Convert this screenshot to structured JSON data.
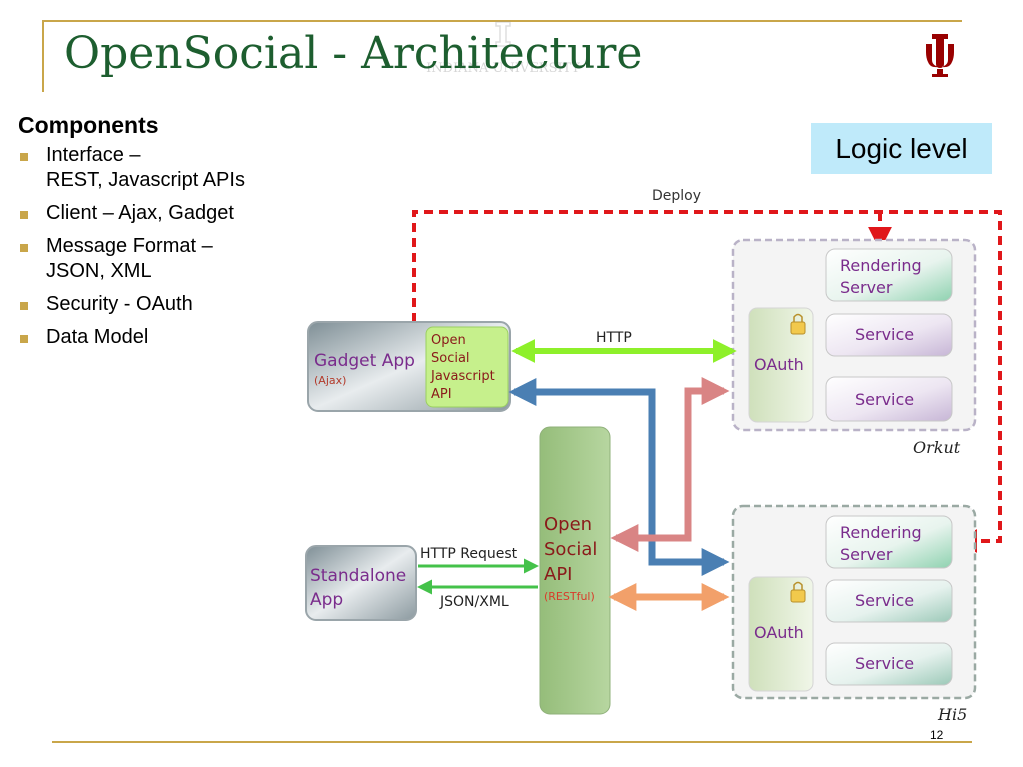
{
  "slide": {
    "title": "OpenSocial - Architecture",
    "watermark_text": "INDIANA UNIVERSITY",
    "page_number": "12"
  },
  "bullets": {
    "heading": "Components",
    "items": [
      "Interface –\nREST, Javascript APIs",
      "Client – Ajax, Gadget",
      "Message Format –\nJSON, XML",
      "Security - OAuth",
      "Data Model"
    ]
  },
  "logic_label": "Logic level",
  "diagram": {
    "deploy_label": "Deploy",
    "http_label": "HTTP",
    "http_request_label": "HTTP Request",
    "json_xml_label": "JSON/XML",
    "gadget_app": {
      "title": "Gadget App",
      "subtitle": "(Ajax)"
    },
    "gadget_api": {
      "lines": [
        "Open",
        "Social",
        "Javascript",
        "API"
      ]
    },
    "standalone_app": {
      "lines": [
        "Standalone",
        "App"
      ]
    },
    "opensocial_api": {
      "lines": [
        "Open",
        "Social",
        "API"
      ],
      "subtitle": "(RESTful)"
    },
    "containers": [
      {
        "name": "Orkut",
        "rendering_server": [
          "Rendering",
          "Server"
        ],
        "oauth": "OAuth",
        "services": [
          "Service",
          "Service"
        ]
      },
      {
        "name": "Hi5",
        "rendering_server": [
          "Rendering",
          "Server"
        ],
        "oauth": "OAuth",
        "services": [
          "Service",
          "Service"
        ]
      }
    ]
  },
  "colors": {
    "title": "#1d5e2f",
    "accent_gold": "#c9a64a",
    "deploy_red": "#e0171a",
    "http_green": "#8ef02a",
    "blue_arrow": "#4a7fb3",
    "pink_arrow": "#d98484",
    "orange_arrow": "#f2a06a",
    "api_green": "#a6c98c",
    "logic_box": "#bfeafa",
    "purple_text": "#7a2c8c",
    "brown_text": "#8a1a1a"
  }
}
